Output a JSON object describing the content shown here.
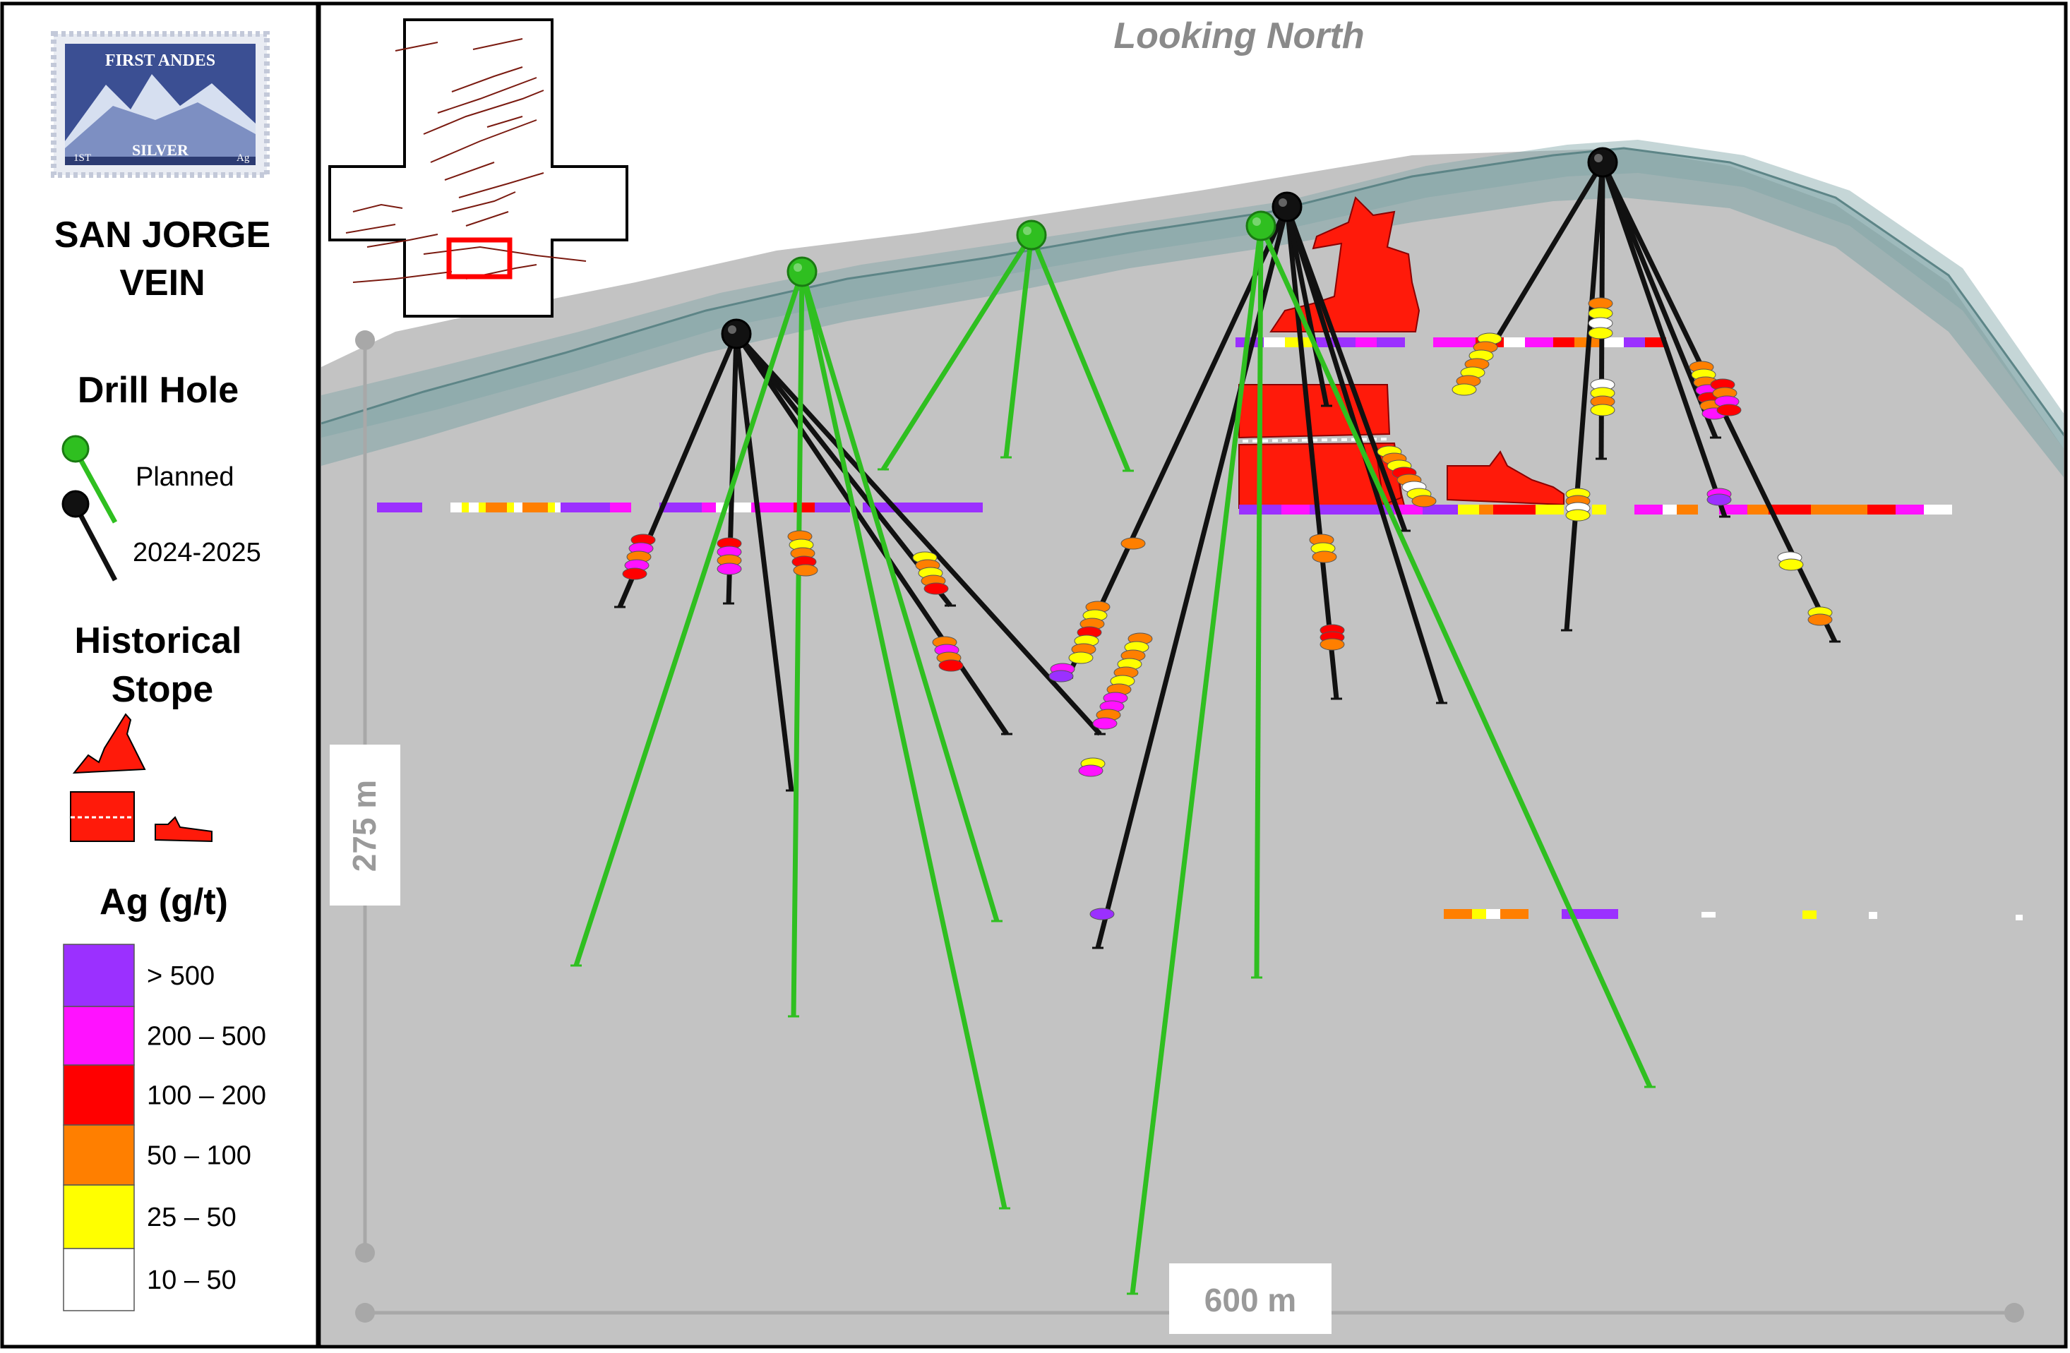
{
  "logo": {
    "top_text": "FIRST ANDES",
    "bottom_text": "SILVER",
    "corner_left": "1ST",
    "corner_right": "Ag"
  },
  "title": {
    "line1": "SAN JORGE",
    "line2": "VEIN"
  },
  "drill_hole_legend": {
    "heading": "Drill Hole",
    "planned_label": "Planned",
    "drilled_label": "2024-2025",
    "planned_color": "#2fbf20",
    "drilled_color": "#111111"
  },
  "stope_legend": {
    "heading_line1": "Historical",
    "heading_line2": "Stope",
    "color": "#ff1a0a"
  },
  "grade_legend": {
    "heading": "Ag (g/t)",
    "classes": [
      {
        "label": "> 500",
        "color": "#9b30ff"
      },
      {
        "label": "200 – 500",
        "color": "#ff12ff"
      },
      {
        "label": "100 – 200",
        "color": "#ff0000"
      },
      {
        "label": "50 – 100",
        "color": "#ff7f00"
      },
      {
        "label": "25 – 50",
        "color": "#ffff00"
      },
      {
        "label": "10 – 50",
        "color": "#ffffff"
      }
    ]
  },
  "section": {
    "view_label": "Looking North",
    "vertical_scale": "275 m",
    "horizontal_scale": "600 m",
    "background_color": "#c3c3c3",
    "topo_color": "#7fa4a6"
  }
}
